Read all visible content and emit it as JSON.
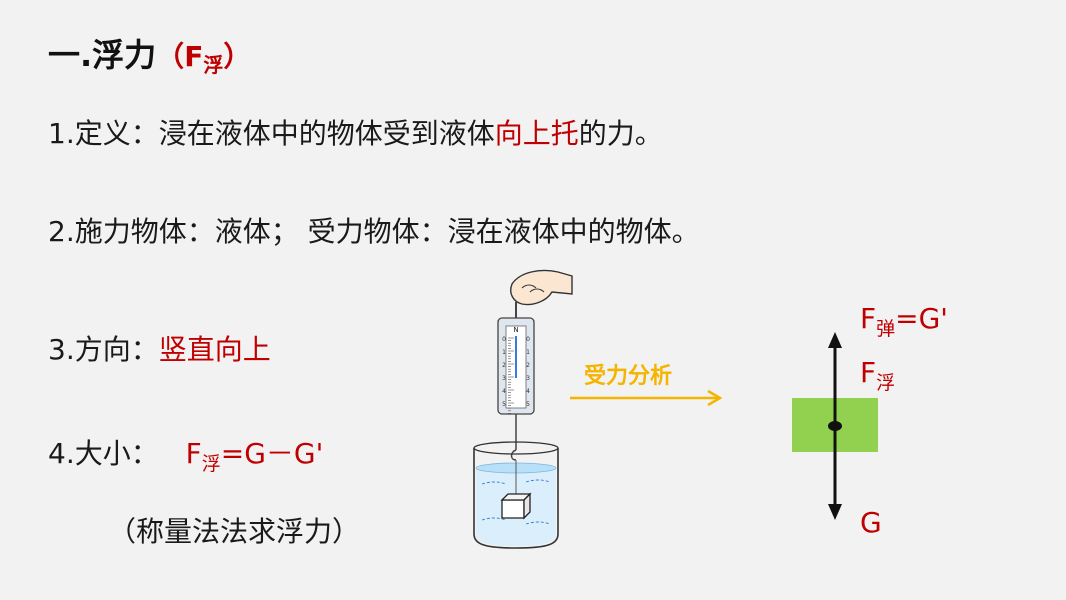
{
  "title": {
    "main": "一.浮力",
    "open": "（",
    "F": "F",
    "sub": "浮",
    "close": "）"
  },
  "items": [
    {
      "prefix": "1.定义：浸在液体中的物体受到液体",
      "highlight": "向上托",
      "suffix": "的力。"
    },
    {
      "text": "2.施力物体：液体；  受力物体：浸在液体中的物体。"
    },
    {
      "prefix": "3.方向：",
      "highlight": "竖直向上"
    },
    {
      "prefix": "4.大小：",
      "formula_F": "F",
      "formula_sub": "浮",
      "formula_rest": "=G－G'",
      "note": "（称量法法求浮力）"
    }
  ],
  "diagram": {
    "analysis_label": "受力分析",
    "f_spring_F": "F",
    "f_spring_sub": "弹",
    "f_spring_rest": "=G'",
    "f_buoy_F": "F",
    "f_buoy_sub": "浮",
    "gravity": "G",
    "scale_top_letter": "N",
    "scale_ticks": [
      "0",
      "1",
      "2",
      "3",
      "4",
      "5"
    ]
  },
  "colors": {
    "accent_red": "#c00000",
    "arrow_yellow": "#f5b400",
    "block_green": "#92d050"
  }
}
